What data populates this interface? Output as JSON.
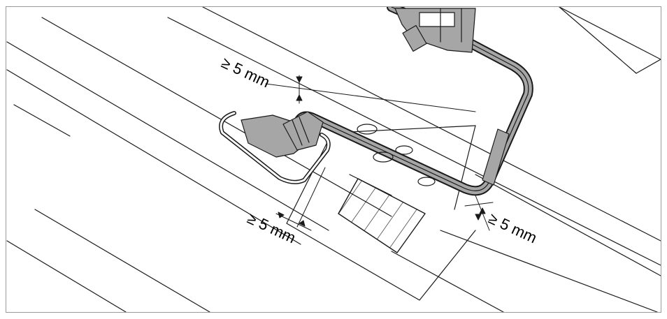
{
  "diagram": {
    "dimension_labels": {
      "top_left": "≥ 5 mm",
      "bottom_left": "≥ 5 mm",
      "right": "≥ 5 mm"
    },
    "colors": {
      "line": "#1a1a1a",
      "metal_fill": "#a6a6a6",
      "frame": "#9a9a9a",
      "background": "#ffffff"
    }
  }
}
